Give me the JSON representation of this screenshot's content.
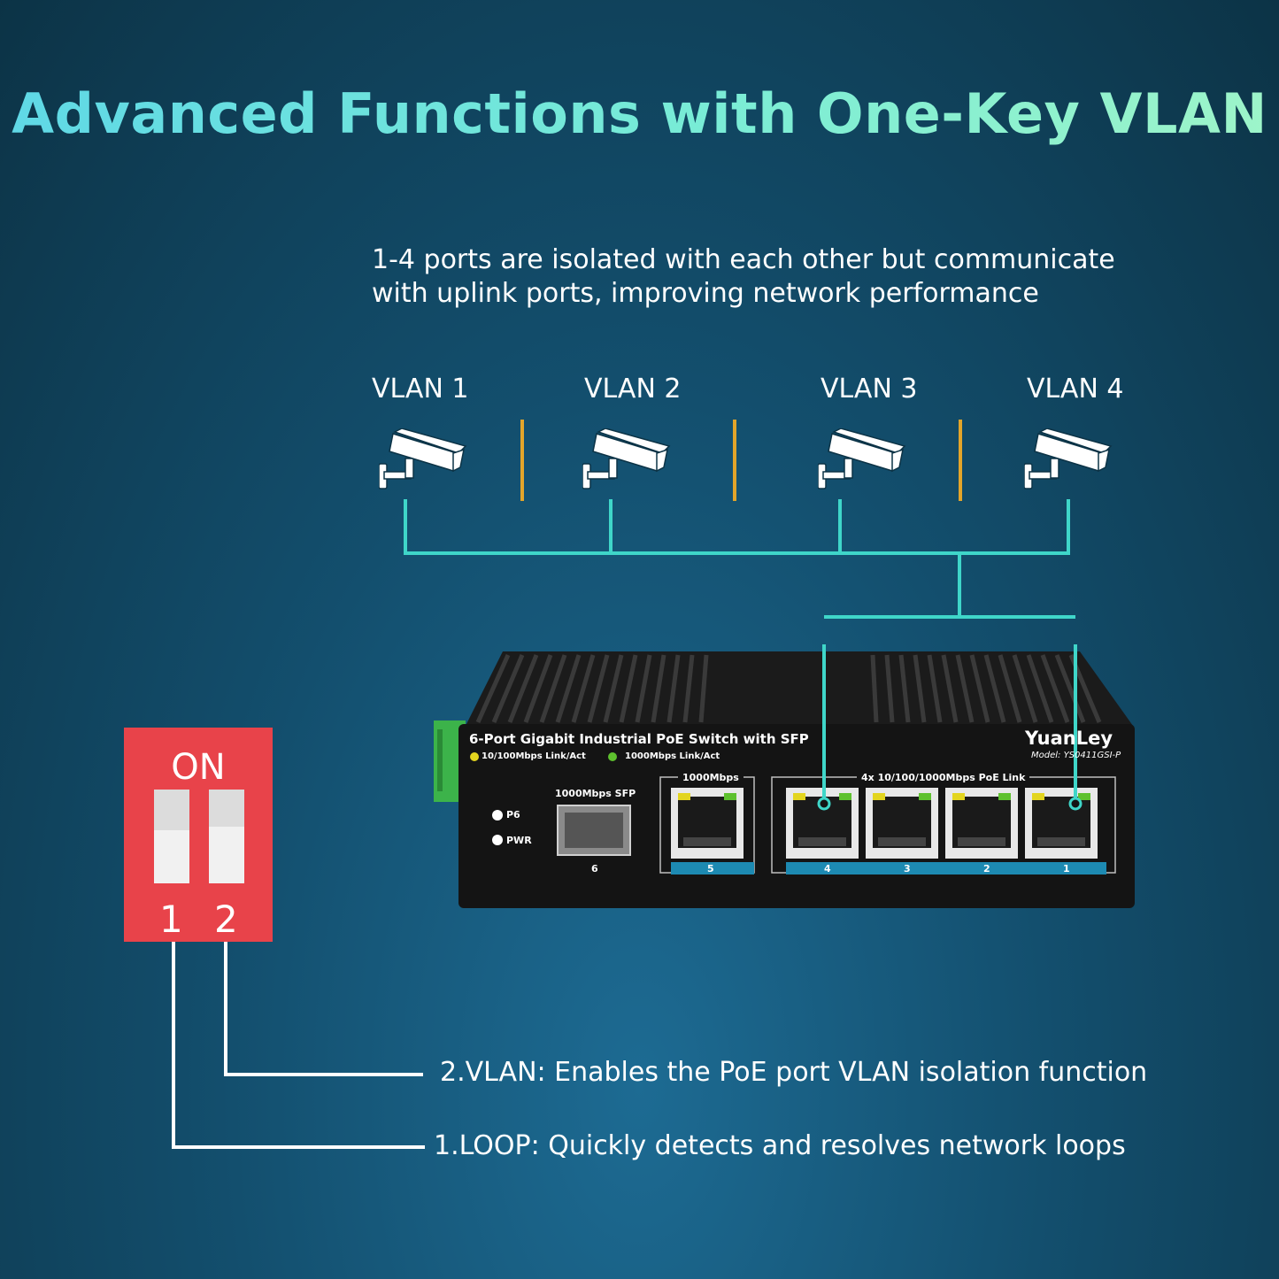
{
  "title": "Advanced Functions with One-Key VLAN",
  "description": {
    "line1": "1-4 ports are isolated with each other but communicate",
    "line2": "with uplink ports, improving network performance"
  },
  "vlans": [
    {
      "label": "VLAN 1",
      "icon": "security-camera-icon"
    },
    {
      "label": "VLAN 2",
      "icon": "security-camera-icon"
    },
    {
      "label": "VLAN 3",
      "icon": "security-camera-icon"
    },
    {
      "label": "VLAN 4",
      "icon": "security-camera-icon"
    }
  ],
  "switch": {
    "product_title": "6-Port Gigabit Industrial PoE Switch with SFP",
    "brand": "YuanLey",
    "model": "Model: YS0411GSI-P",
    "legend_yellow": "10/100Mbps Link/Act",
    "legend_green": "1000Mbps Link/Act",
    "led_p6": "P6",
    "led_pwr": "PWR",
    "sfp_label": "1000Mbps SFP",
    "sfp_port": "6",
    "uplink_label": "1000Mbps",
    "uplink_port": "5",
    "poe_label": "4x 10/100/1000Mbps PoE Link",
    "poe_ports": [
      "4",
      "3",
      "2",
      "1"
    ]
  },
  "dip_switch": {
    "on_label": "ON",
    "numbers": [
      "1",
      "2"
    ]
  },
  "notes": {
    "vlan": "2.VLAN: Enables the PoE port VLAN isolation function",
    "loop": "1.LOOP: Quickly detects and resolves network loops"
  },
  "colors": {
    "accent_teal": "#3fd6c9",
    "separator": "#e3a52a",
    "dip_red": "#e8434a",
    "led_yellow": "#e3d51f",
    "led_green": "#5ec12e"
  }
}
